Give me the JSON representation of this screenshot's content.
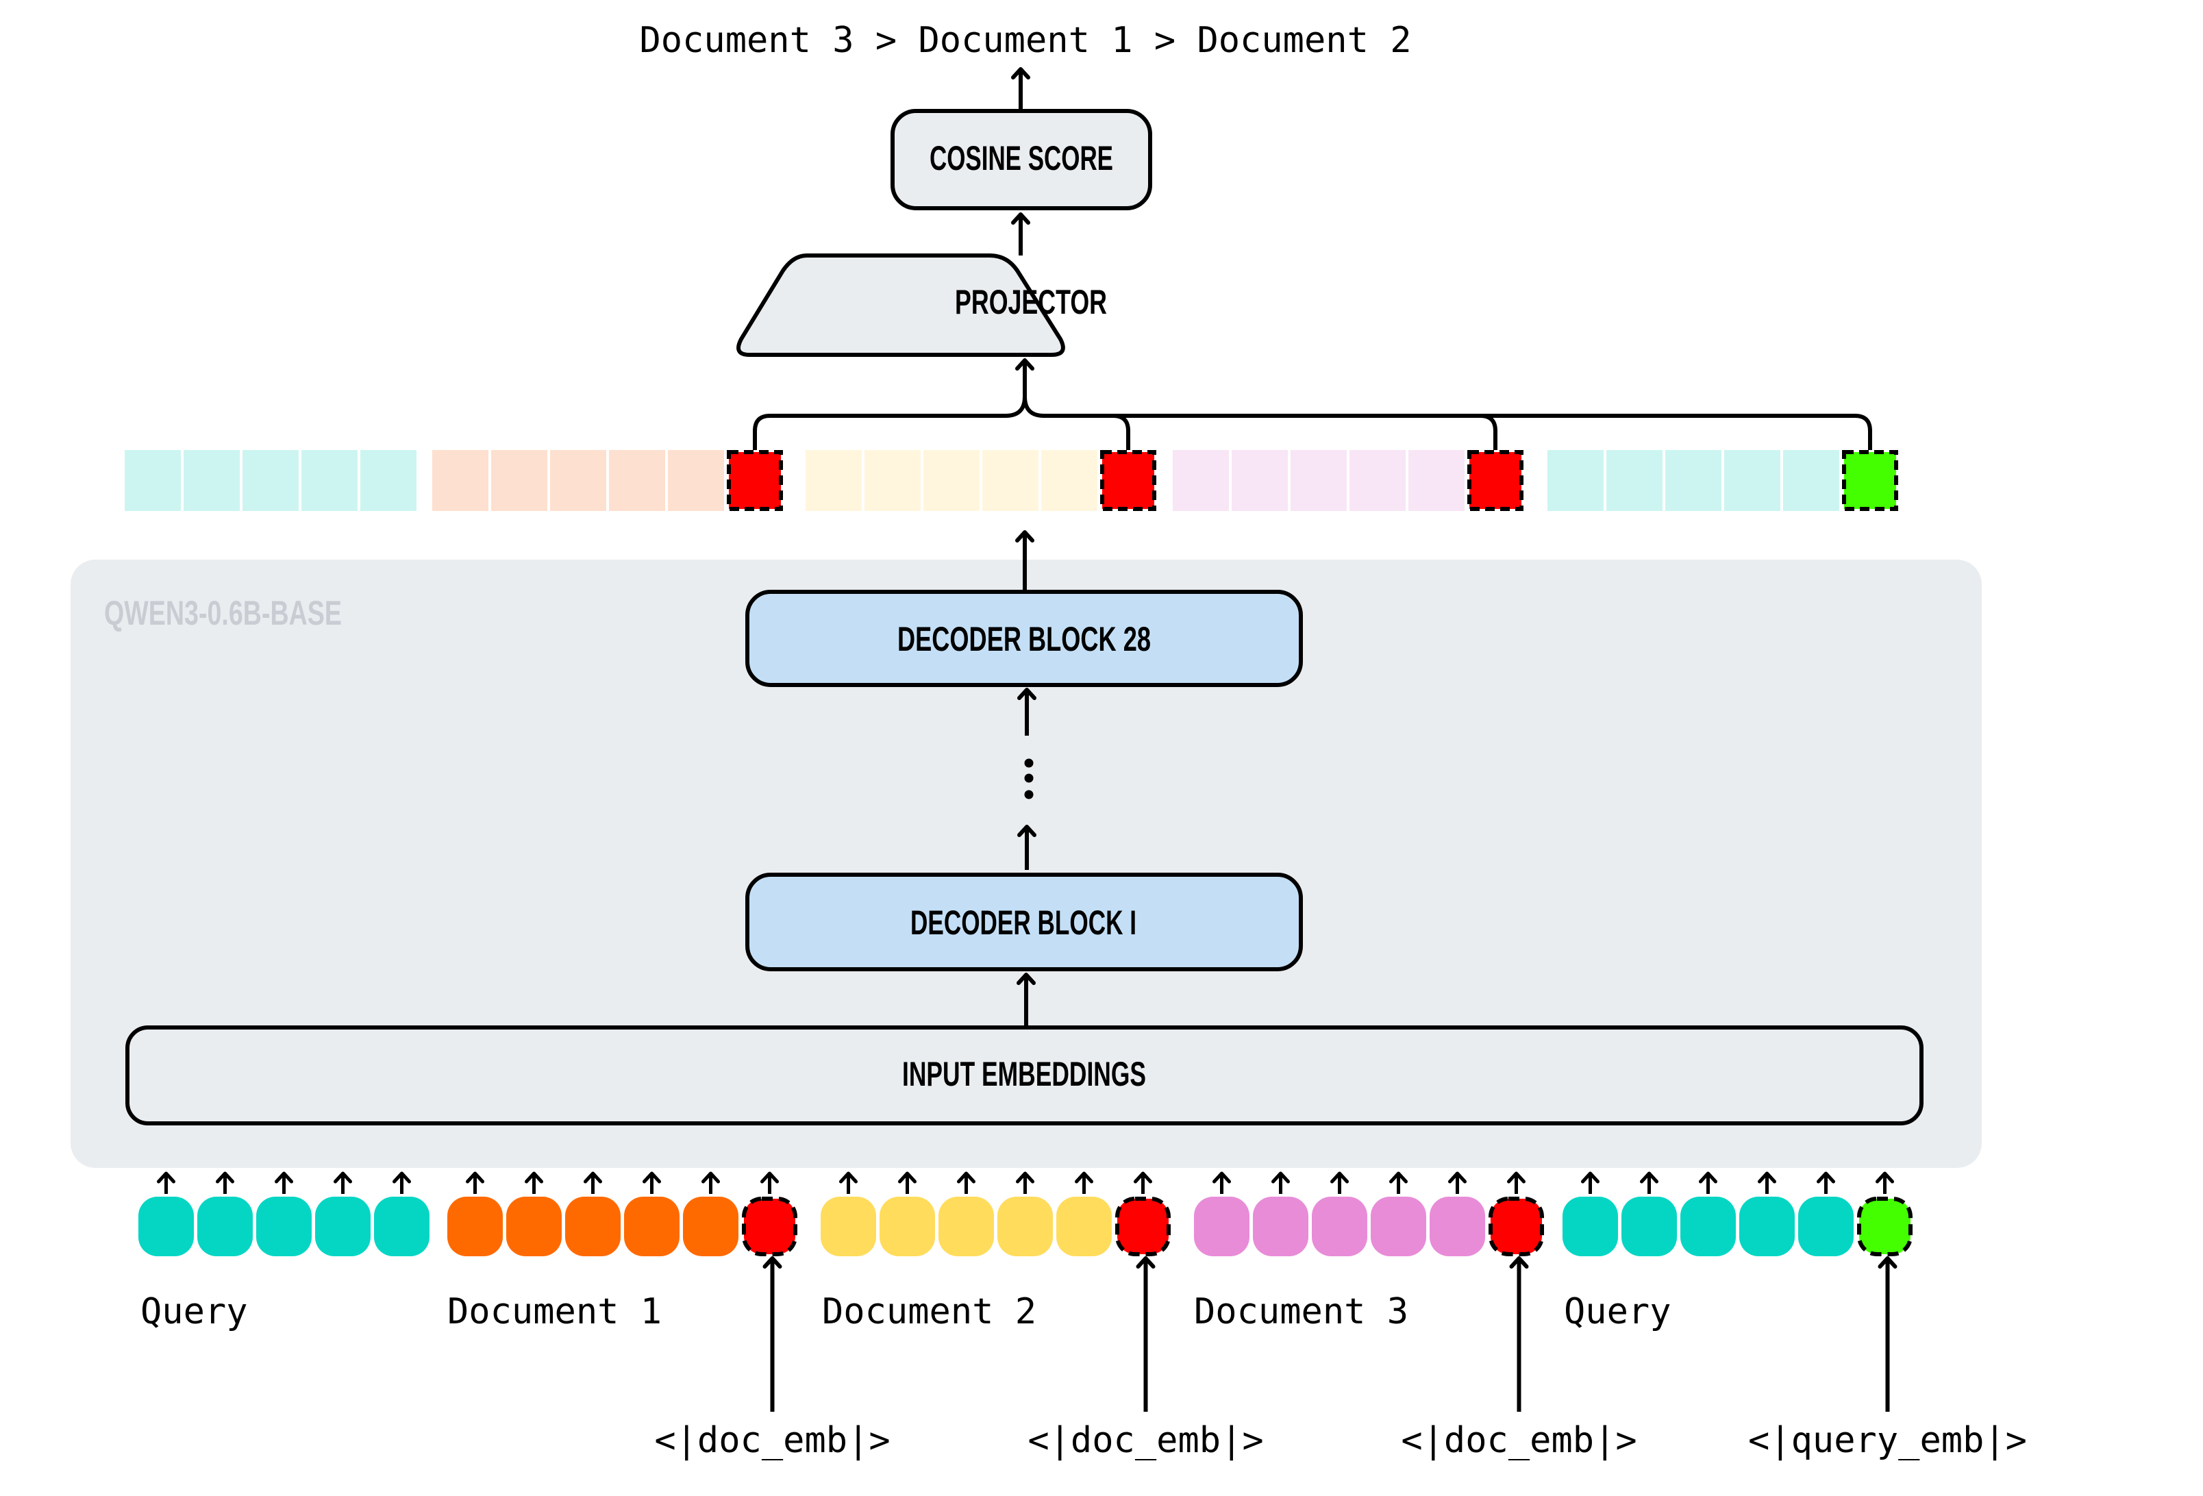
{
  "ranking_output": "Document 3 > Document 1 > Document 2",
  "blocks": {
    "cosine_score": "COSINE SCORE",
    "projector": "PROJECTOR",
    "model_name": "QWEN3-0.6B-BASE",
    "decoder_top": "DECODER BLOCK 28",
    "decoder_bottom": "DECODER BLOCK I",
    "input_embeddings": "INPUT EMBEDDINGS"
  },
  "colors": {
    "box_fill": "#eaedf0",
    "decoder_fill": "#c4dff5",
    "panel_fill": "#eaedf0",
    "panel_label": "#c9cdd3",
    "stroke": "#000000"
  },
  "segments": [
    {
      "name": "query",
      "label": "Query",
      "tokens": 5,
      "special": null,
      "token_color": "#05d6c4",
      "embed_color": "#ccf5f1"
    },
    {
      "name": "document-1",
      "label": "Document 1",
      "tokens": 5,
      "special": {
        "label": "<|doc_emb|>",
        "color": "#ff0000"
      },
      "token_color": "#ff6a00",
      "embed_color": "#fde0cf"
    },
    {
      "name": "document-2",
      "label": "Document 2",
      "tokens": 5,
      "special": {
        "label": "<|doc_emb|>",
        "color": "#ff0000"
      },
      "token_color": "#ffdc5c",
      "embed_color": "#fff6dd"
    },
    {
      "name": "document-3",
      "label": "Document 3",
      "tokens": 5,
      "special": {
        "label": "<|doc_emb|>",
        "color": "#ff0000"
      },
      "token_color": "#e88cd8",
      "embed_color": "#f8e5f5"
    },
    {
      "name": "query-2",
      "label": "Query",
      "tokens": 5,
      "special": {
        "label": "<|query_emb|>",
        "color": "#44ff00"
      },
      "token_color": "#05d6c4",
      "embed_color": "#ccf5f1"
    }
  ]
}
